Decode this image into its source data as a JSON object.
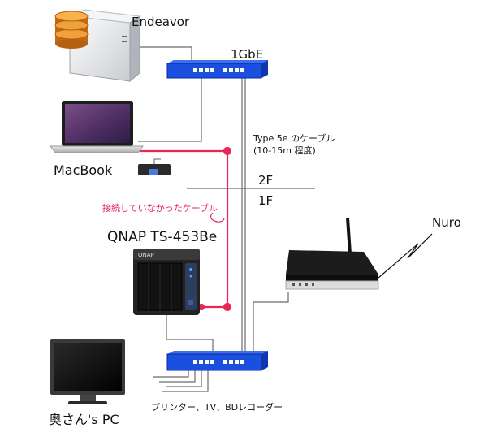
{
  "labels": {
    "endeavor": "Endeavor",
    "gbe": "1GbE",
    "cable_line1": "Type 5e のケーブル",
    "cable_line2": "(10-15m 程度)",
    "macbook": "MacBook",
    "floor_2f": "2F",
    "floor_1f": "1F",
    "missing_cable": "接続していなかったケーブル",
    "nuro": "Nuro",
    "qnap": "QNAP TS-453Be",
    "printer": "プリンター、TV、BDレコーダー",
    "pc": "奥さん's PC"
  },
  "nas_brand": "QNAP",
  "colors": {
    "switch_blue": "#1a4fe0",
    "highlight": "#e8265a",
    "line": "#666666"
  }
}
